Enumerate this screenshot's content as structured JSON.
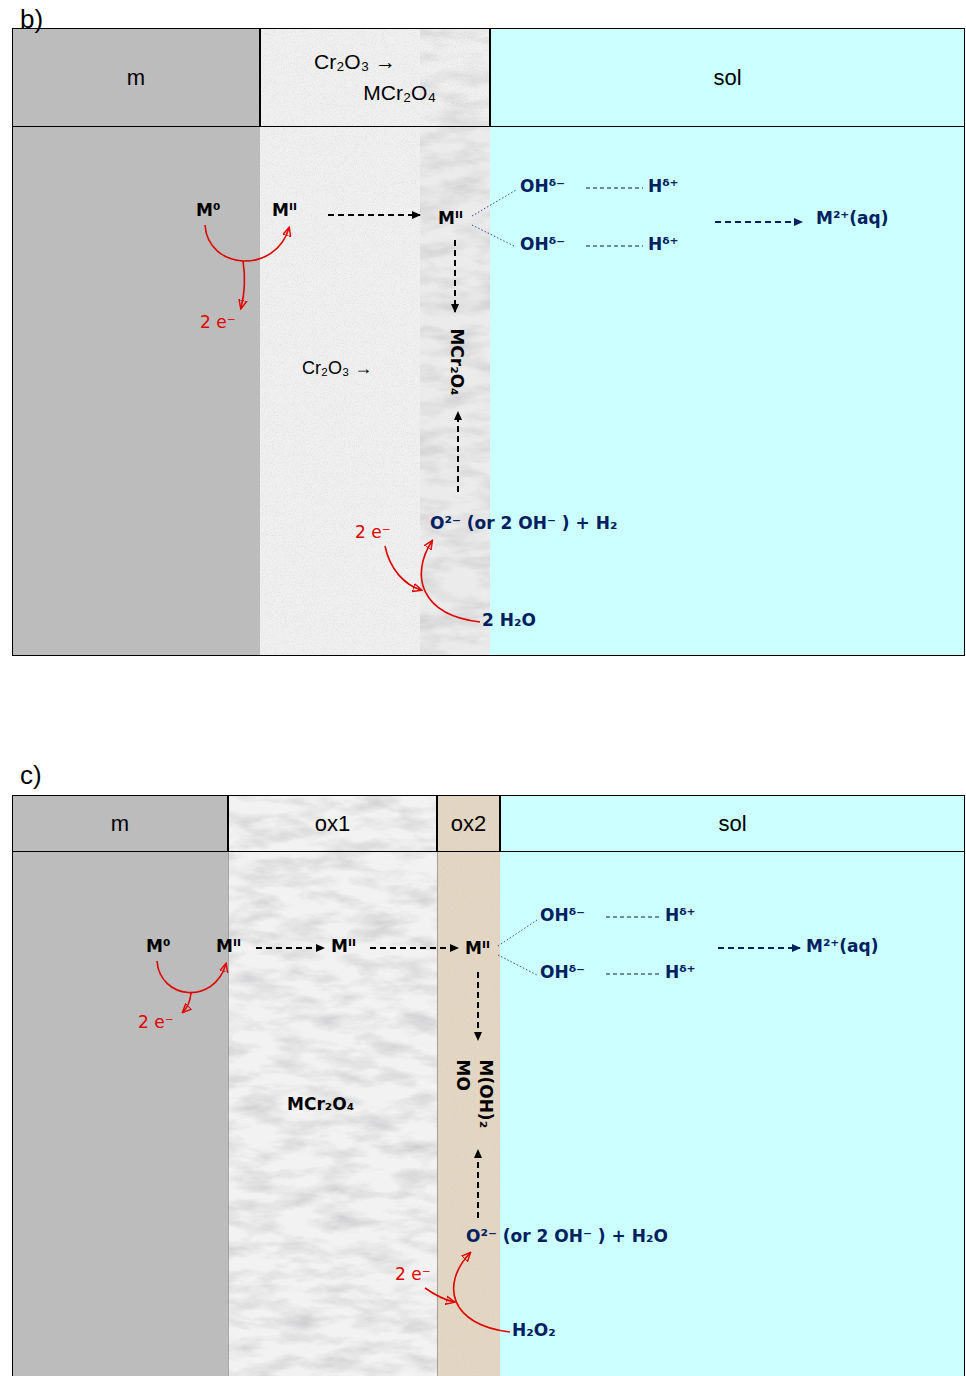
{
  "diagram": {
    "nodes": [
      {
        "text": [
          "m"
        ]
      },
      {
        "text": [
          "Cr₂O₃ → MCr₂O₄"
        ]
      },
      {
        "text": [
          "sol"
        ]
      },
      {
        "text": [
          "m"
        ]
      },
      {
        "text": [
          "ox1"
        ]
      },
      {
        "text": [
          "ox2"
        ]
      },
      {
        "text": [
          "sol"
        ]
      }
    ],
    "labels": [
      "b)",
      "M⁰",
      "Mᴵᴵ",
      "2 e⁻",
      "Mᴵᴵ",
      "OHᵟ⁻",
      "Hᵟ⁺",
      "OHᵟ⁻",
      "Hᵟ⁺",
      "M²⁺(aq)",
      "Cr₂O₃ →",
      "MCr₂O₄",
      "O²⁻ (or 2 OH⁻ ) + H₂",
      "2 e⁻",
      "2 H₂O",
      "c)",
      "M⁰",
      "Mᴵᴵ",
      "Mᴵᴵ",
      "Mᴵᴵ",
      "2 e⁻",
      "OHᵟ⁻",
      "Hᵟ⁺",
      "OHᵟ⁻",
      "Hᵟ⁺",
      "M²⁺(aq)",
      "MCr₂O₄",
      "M(OH)₂ MO",
      "O²⁻ (or 2 OH⁻ ) + H₂O",
      "2 e⁻",
      "H₂O₂"
    ]
  }
}
